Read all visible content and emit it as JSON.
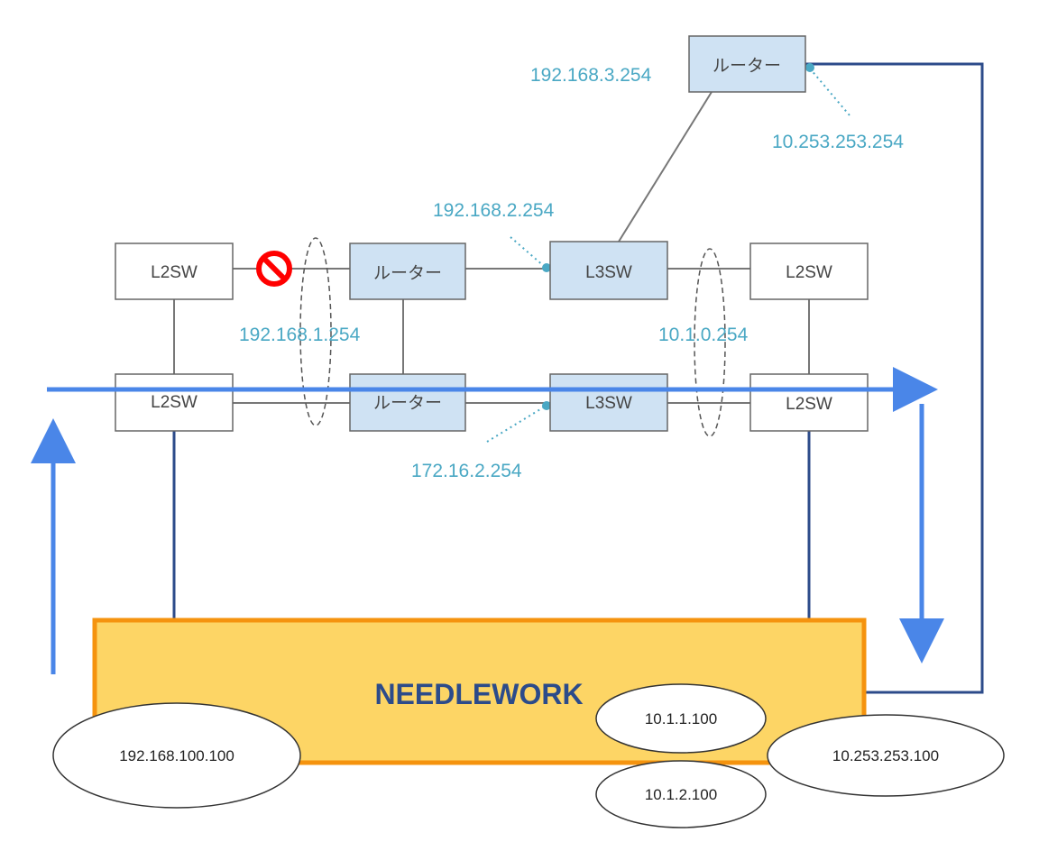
{
  "nodes": {
    "l2sw_top_left": "L2SW",
    "router_top_mid": "ルーター",
    "l3sw_top": "L3SW",
    "l2sw_top_right": "L2SW",
    "l2sw_bottom_left": "L2SW",
    "router_bottom_mid": "ルーター",
    "l3sw_bottom": "L3SW",
    "l2sw_bottom_right": "L2SW",
    "router_upper": "ルーター"
  },
  "ip_labels": {
    "router_upper_left": "192.168.3.254",
    "router_upper_right": "10.253.253.254",
    "l3sw_top": "192.168.2.254",
    "vlan_left": "192.168.1.254",
    "vlan_right": "10.1.0.254",
    "l3sw_bottom": "172.16.2.254"
  },
  "needlework": {
    "label": "NEEDLEWORK",
    "addresses": [
      "192.168.100.100",
      "10.1.1.100",
      "10.1.2.100",
      "10.253.253.100"
    ]
  },
  "colors": {
    "router_fill": "#cfe2f3",
    "switch_fill": "#ffffff",
    "needlework_fill": "#fdd565",
    "needlework_border": "#f5930e",
    "flow_arrow": "#4a86e8",
    "dark_link": "#2c4b8a",
    "ip_text": "#4aa8c4",
    "blocked_icon": "#ff0000"
  }
}
